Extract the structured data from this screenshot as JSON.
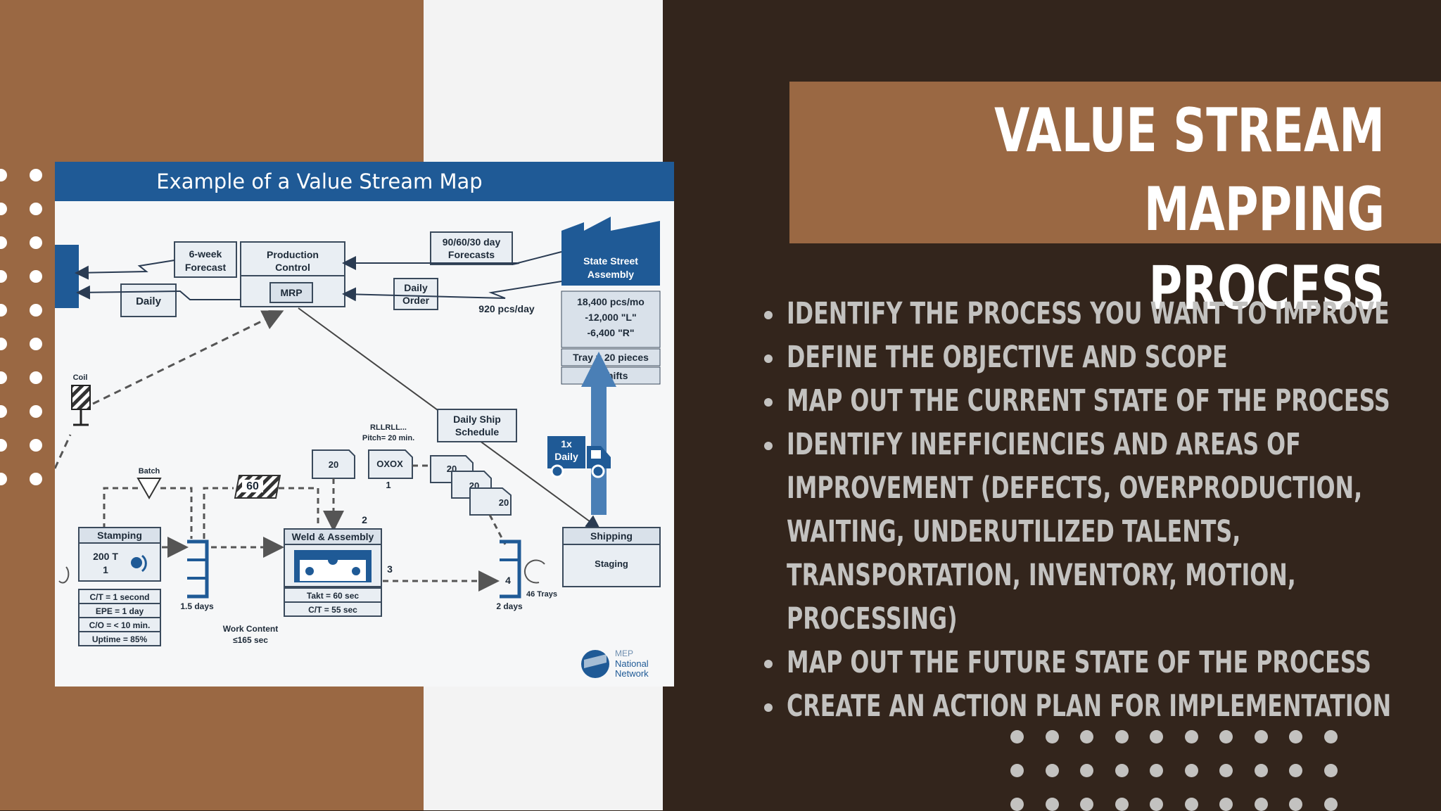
{
  "slide": {
    "title_line1": "VALUE STREAM MAPPING",
    "title_line2": "PROCESS",
    "bullets": [
      "Identify the process you want to improve",
      "Define the objective  and scope",
      "Map out the current state of the process",
      "Identify inefficiencies and areas of improvement (defects, overproduction, waiting, underutilized talents, transportation, inventory, motion, processing)",
      "Map out the future  state of the process",
      "Create an action plan for implementation"
    ]
  },
  "colors": {
    "brown_accent": "#9a6843",
    "dark_background": "#33251c",
    "white_panel": "#f3f3f3",
    "bullet_text": "#c3c2c0",
    "diagram_blue": "#1f5a96"
  },
  "vsm": {
    "header": "Example of a Value Stream Map",
    "six_week_forecast": [
      "6-week",
      "Forecast"
    ],
    "production_control": [
      "Production",
      "Control"
    ],
    "mrp": "MRP",
    "forecasts_90_60_30": [
      "90/60/30 day",
      "Forecasts"
    ],
    "daily_order": [
      "Daily",
      "Order"
    ],
    "daily": "Daily",
    "pcs_per_day": "920 pcs/day",
    "customer": [
      "State Street",
      "Assembly"
    ],
    "customer_data": [
      "18,400 pcs/mo",
      "-12,000 \"L\"",
      "-6,400 \"R\""
    ],
    "tray": "Tray = 20 pieces",
    "shifts": "2 shifts",
    "coil": "Coil",
    "daily_ship_schedule": [
      "Daily Ship",
      "Schedule"
    ],
    "rllrll": [
      "RLLRLL...",
      "Pitch= 20 min."
    ],
    "kanban_20": "20",
    "oxox": "OXOX",
    "one": "1",
    "two": "2",
    "three": "3",
    "four": "4",
    "truck": [
      "1x",
      "Daily"
    ],
    "batch": "Batch",
    "sixty": "60",
    "stamping": "Stamping",
    "stamping_inner": [
      "200 T",
      "1"
    ],
    "stamping_data": [
      "C/T = 1 second",
      "EPE = 1 day",
      "C/O = < 10 min.",
      "Uptime = 85%"
    ],
    "days_1_5": "1.5 days",
    "weld_assembly": "Weld & Assembly",
    "weld_data": [
      "Takt = 60 sec",
      "C/T = 55 sec"
    ],
    "work_content": [
      "Work Content",
      "≤165 sec"
    ],
    "shipping": "Shipping",
    "staging": "Staging",
    "trays_46": "46 Trays",
    "days_2": "2 days",
    "mep_logo_text": [
      "MEP",
      "National",
      "Network"
    ]
  }
}
